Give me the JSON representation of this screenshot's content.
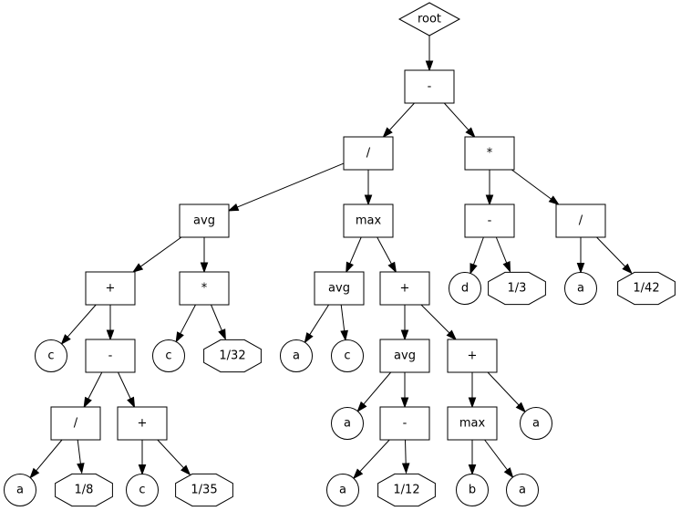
{
  "diagram": {
    "type": "expression-tree",
    "nodes": [
      {
        "id": "root",
        "label": "root",
        "shape": "diamond"
      },
      {
        "id": "n_minus_top",
        "label": "-",
        "shape": "box"
      },
      {
        "id": "n_div1",
        "label": "/",
        "shape": "box"
      },
      {
        "id": "n_mul1",
        "label": "*",
        "shape": "box"
      },
      {
        "id": "n_avg1",
        "label": "avg",
        "shape": "box"
      },
      {
        "id": "n_max1",
        "label": "max",
        "shape": "box"
      },
      {
        "id": "n_minus2",
        "label": "-",
        "shape": "box"
      },
      {
        "id": "n_div2",
        "label": "/",
        "shape": "box"
      },
      {
        "id": "n_plus1",
        "label": "+",
        "shape": "box"
      },
      {
        "id": "n_mul2",
        "label": "*",
        "shape": "box"
      },
      {
        "id": "n_avg2",
        "label": "avg",
        "shape": "box"
      },
      {
        "id": "n_plus2",
        "label": "+",
        "shape": "box"
      },
      {
        "id": "l_d",
        "label": "d",
        "shape": "circle"
      },
      {
        "id": "c_1_3",
        "label": "1/3",
        "shape": "octagon"
      },
      {
        "id": "l_a1",
        "label": "a",
        "shape": "circle"
      },
      {
        "id": "c_1_42",
        "label": "1/42",
        "shape": "octagon"
      },
      {
        "id": "l_c1",
        "label": "c",
        "shape": "circle"
      },
      {
        "id": "n_minus3",
        "label": "-",
        "shape": "box"
      },
      {
        "id": "l_c2",
        "label": "c",
        "shape": "circle"
      },
      {
        "id": "c_1_32",
        "label": "1/32",
        "shape": "octagon"
      },
      {
        "id": "l_a2",
        "label": "a",
        "shape": "circle"
      },
      {
        "id": "l_c3",
        "label": "c",
        "shape": "circle"
      },
      {
        "id": "n_avg3",
        "label": "avg",
        "shape": "box"
      },
      {
        "id": "n_plus3",
        "label": "+",
        "shape": "box"
      },
      {
        "id": "n_div3",
        "label": "/",
        "shape": "box"
      },
      {
        "id": "n_plus4",
        "label": "+",
        "shape": "box"
      },
      {
        "id": "l_a3",
        "label": "a",
        "shape": "circle"
      },
      {
        "id": "n_minus4",
        "label": "-",
        "shape": "box"
      },
      {
        "id": "n_max2",
        "label": "max",
        "shape": "box"
      },
      {
        "id": "l_a4",
        "label": "a",
        "shape": "circle"
      },
      {
        "id": "l_a5",
        "label": "a",
        "shape": "circle"
      },
      {
        "id": "c_1_8",
        "label": "1/8",
        "shape": "octagon"
      },
      {
        "id": "l_c4",
        "label": "c",
        "shape": "circle"
      },
      {
        "id": "c_1_35",
        "label": "1/35",
        "shape": "octagon"
      },
      {
        "id": "l_a6",
        "label": "a",
        "shape": "circle"
      },
      {
        "id": "c_1_12",
        "label": "1/12",
        "shape": "octagon"
      },
      {
        "id": "l_b",
        "label": "b",
        "shape": "circle"
      },
      {
        "id": "l_a7",
        "label": "a",
        "shape": "circle"
      }
    ],
    "edges": [
      [
        "root",
        "n_minus_top"
      ],
      [
        "n_minus_top",
        "n_div1"
      ],
      [
        "n_minus_top",
        "n_mul1"
      ],
      [
        "n_div1",
        "n_avg1"
      ],
      [
        "n_div1",
        "n_max1"
      ],
      [
        "n_mul1",
        "n_minus2"
      ],
      [
        "n_mul1",
        "n_div2"
      ],
      [
        "n_avg1",
        "n_plus1"
      ],
      [
        "n_avg1",
        "n_mul2"
      ],
      [
        "n_max1",
        "n_avg2"
      ],
      [
        "n_max1",
        "n_plus2"
      ],
      [
        "n_minus2",
        "l_d"
      ],
      [
        "n_minus2",
        "c_1_3"
      ],
      [
        "n_div2",
        "l_a1"
      ],
      [
        "n_div2",
        "c_1_42"
      ],
      [
        "n_plus1",
        "l_c1"
      ],
      [
        "n_plus1",
        "n_minus3"
      ],
      [
        "n_mul2",
        "l_c2"
      ],
      [
        "n_mul2",
        "c_1_32"
      ],
      [
        "n_avg2",
        "l_a2"
      ],
      [
        "n_avg2",
        "l_c3"
      ],
      [
        "n_plus2",
        "n_avg3"
      ],
      [
        "n_plus2",
        "n_plus3"
      ],
      [
        "n_minus3",
        "n_div3"
      ],
      [
        "n_minus3",
        "n_plus4"
      ],
      [
        "n_avg3",
        "l_a3"
      ],
      [
        "n_avg3",
        "n_minus4"
      ],
      [
        "n_plus3",
        "n_max2"
      ],
      [
        "n_plus3",
        "l_a4"
      ],
      [
        "n_div3",
        "l_a5"
      ],
      [
        "n_div3",
        "c_1_8"
      ],
      [
        "n_plus4",
        "l_c4"
      ],
      [
        "n_plus4",
        "c_1_35"
      ],
      [
        "n_minus4",
        "l_a6"
      ],
      [
        "n_minus4",
        "c_1_12"
      ],
      [
        "n_max2",
        "l_b"
      ],
      [
        "n_max2",
        "l_a7"
      ]
    ]
  }
}
